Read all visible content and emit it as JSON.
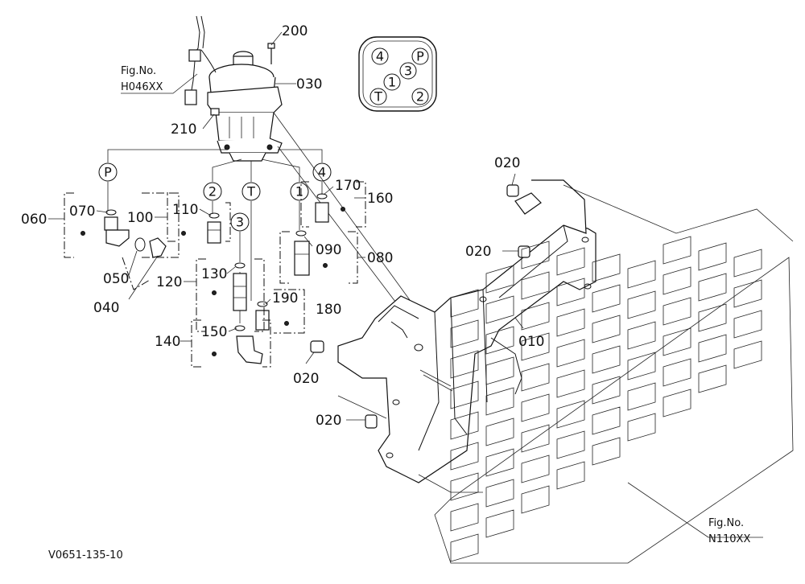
{
  "fig_refs": [
    {
      "label": "Fig.No.",
      "code": "H046XX"
    },
    {
      "label": "Fig.No.",
      "code": "N110XX"
    }
  ],
  "drawing_code": "V0651-135-10",
  "part_numbers": {
    "p200": "200",
    "p030": "030",
    "p210": "210",
    "p060": "060",
    "p070": "070",
    "p100": "100",
    "p110": "110",
    "p050": "050",
    "p040": "040",
    "p120": "120",
    "p130": "130",
    "p190": "190",
    "p180": "180",
    "p140": "140",
    "p150": "150",
    "p160": "160",
    "p170": "170",
    "p090": "090",
    "p080": "080",
    "p010": "010",
    "p020a": "020",
    "p020b": "020",
    "p020c": "020",
    "p020d": "020"
  },
  "port_markers": {
    "p": "P",
    "t": "T",
    "one": "1",
    "two": "2",
    "three": "3",
    "four": "4"
  },
  "port_layout": {
    "four": "4",
    "p": "P",
    "three": "3",
    "one": "1",
    "t": "T",
    "two": "2"
  }
}
